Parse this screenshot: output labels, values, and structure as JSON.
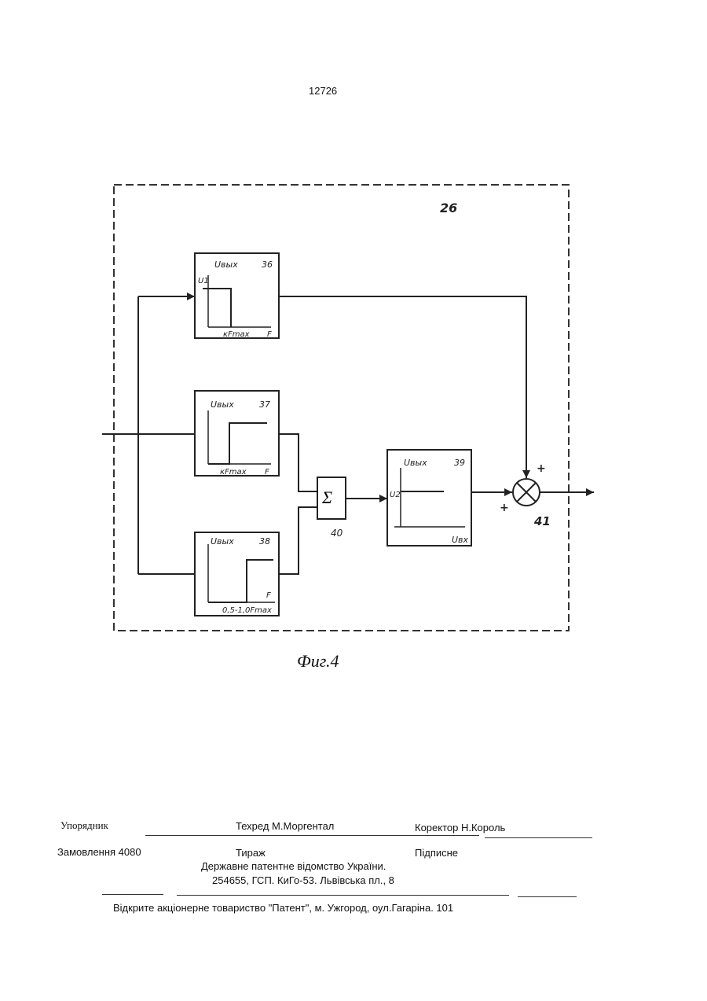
{
  "page_number": "12726",
  "figure": {
    "outer_label": "26",
    "caption": "Фиг.4",
    "block36": {
      "title": "Uвых",
      "num": "36",
      "level": "U1",
      "xlabel": "кFmax",
      "faxis": "F"
    },
    "block37": {
      "title": "Uвых",
      "num": "37",
      "xlabel": "кFmax",
      "faxis": "F"
    },
    "block38": {
      "title": "Uвых",
      "num": "38",
      "xlabel": "0,5-1,0Fmax",
      "faxis": "F"
    },
    "block39": {
      "title": "Uвых",
      "num": "39",
      "level": "U2",
      "xaxis": "Uвх"
    },
    "sum_block": {
      "symbol": "Σ",
      "num": "40"
    },
    "summer": {
      "num": "41",
      "plus_top": "+",
      "plus_left": "+"
    }
  },
  "footer": {
    "compiler": "Упорядник",
    "techred": "Техред М.Моргентал",
    "corrector": "Коректор  Н.Король",
    "order": "Замовлення 4080",
    "circulation": "Тираж",
    "subscription": "Підписне",
    "office": "Державне патентне відомство України.",
    "address": "254655, ГСП. КиГо-53. Львівська пл., 8",
    "publisher": "Відкрите акціонерне товариство   \"Патент\", м. Ужгород, оул.Гагаріна. 101"
  }
}
